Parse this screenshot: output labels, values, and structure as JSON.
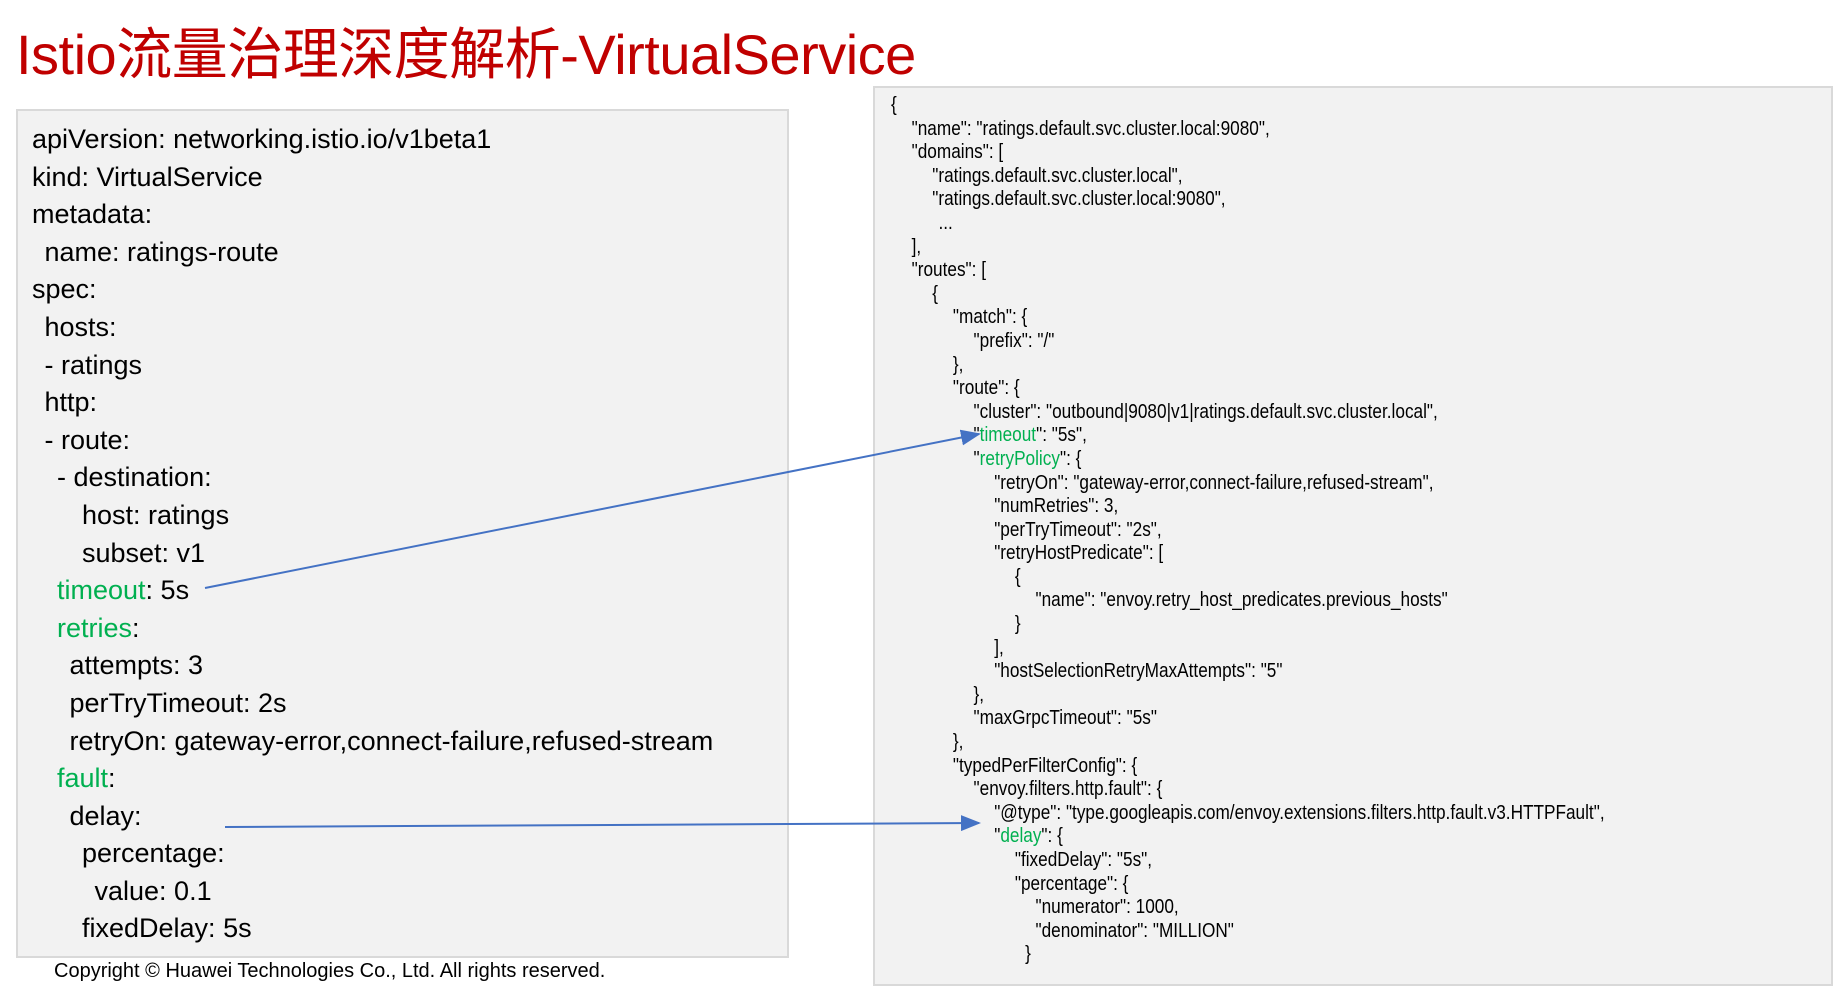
{
  "title": "Istio流量治理深度解析-VirtualService",
  "footer": "Copyright © Huawei Technologies Co., Ltd. All rights reserved.",
  "colors": {
    "title": "#c00000",
    "highlight": "#00b050",
    "arrow": "#4472c4"
  },
  "yaml_lines": [
    {
      "indent": 0,
      "pre": "",
      "key": "",
      "post": "apiVersion: networking.istio.io/v1beta1"
    },
    {
      "indent": 0,
      "pre": "",
      "key": "",
      "post": "kind: VirtualService"
    },
    {
      "indent": 0,
      "pre": "",
      "key": "",
      "post": "metadata:"
    },
    {
      "indent": 1,
      "pre": "",
      "key": "",
      "post": "name: ratings-route"
    },
    {
      "indent": 0,
      "pre": "",
      "key": "",
      "post": "spec:"
    },
    {
      "indent": 1,
      "pre": "",
      "key": "",
      "post": "hosts:"
    },
    {
      "indent": 1,
      "pre": "",
      "key": "",
      "post": "- ratings"
    },
    {
      "indent": 1,
      "pre": "",
      "key": "",
      "post": "http:"
    },
    {
      "indent": 1,
      "pre": "",
      "key": "",
      "post": "- route:"
    },
    {
      "indent": 2,
      "pre": "",
      "key": "",
      "post": "- destination:"
    },
    {
      "indent": 4,
      "pre": "",
      "key": "",
      "post": "host: ratings"
    },
    {
      "indent": 4,
      "pre": "",
      "key": "",
      "post": "subset: v1"
    },
    {
      "indent": 2,
      "pre": "",
      "key": "timeout",
      "post": ": 5s"
    },
    {
      "indent": 2,
      "pre": "",
      "key": "retries",
      "post": ":"
    },
    {
      "indent": 3,
      "pre": "",
      "key": "",
      "post": "attempts: 3"
    },
    {
      "indent": 3,
      "pre": "",
      "key": "",
      "post": "perTryTimeout: 2s"
    },
    {
      "indent": 3,
      "pre": "",
      "key": "",
      "post": "retryOn: gateway-error,connect-failure,refused-stream"
    },
    {
      "indent": 2,
      "pre": "",
      "key": "fault",
      "post": ":"
    },
    {
      "indent": 3,
      "pre": "",
      "key": "",
      "post": "delay:"
    },
    {
      "indent": 4,
      "pre": "",
      "key": "",
      "post": "percentage:"
    },
    {
      "indent": 5,
      "pre": "",
      "key": "",
      "post": "value: 0.1"
    },
    {
      "indent": 4,
      "pre": "",
      "key": "",
      "post": "fixedDelay: 5s"
    }
  ],
  "json_lines": [
    {
      "indent": 0,
      "pre": "{",
      "key": "",
      "post": ""
    },
    {
      "indent": 1,
      "pre": "\"name\": \"ratings.default.svc.cluster.local:9080\",",
      "key": "",
      "post": ""
    },
    {
      "indent": 1,
      "pre": "\"domains\": [",
      "key": "",
      "post": ""
    },
    {
      "indent": 2,
      "pre": "\"ratings.default.svc.cluster.local\",",
      "key": "",
      "post": ""
    },
    {
      "indent": 2,
      "pre": "\"ratings.default.svc.cluster.local:9080\",",
      "key": "",
      "post": ""
    },
    {
      "indent": 2.3,
      "pre": "...",
      "key": "",
      "post": ""
    },
    {
      "indent": 1,
      "pre": "],",
      "key": "",
      "post": ""
    },
    {
      "indent": 1,
      "pre": "\"routes\": [",
      "key": "",
      "post": ""
    },
    {
      "indent": 2,
      "pre": "{",
      "key": "",
      "post": ""
    },
    {
      "indent": 3,
      "pre": "\"match\": {",
      "key": "",
      "post": ""
    },
    {
      "indent": 4,
      "pre": "\"prefix\": \"/\"",
      "key": "",
      "post": ""
    },
    {
      "indent": 3,
      "pre": "},",
      "key": "",
      "post": ""
    },
    {
      "indent": 3,
      "pre": "\"route\": {",
      "key": "",
      "post": ""
    },
    {
      "indent": 4,
      "pre": "\"cluster\": \"outbound|9080|v1|ratings.default.svc.cluster.local\",",
      "key": "",
      "post": ""
    },
    {
      "indent": 4,
      "pre": "\"",
      "key": "timeout",
      "post": "\": \"5s\","
    },
    {
      "indent": 4,
      "pre": "\"",
      "key": "retryPolicy",
      "post": "\": {"
    },
    {
      "indent": 5,
      "pre": "\"retryOn\": \"gateway-error,connect-failure,refused-stream\",",
      "key": "",
      "post": ""
    },
    {
      "indent": 5,
      "pre": "\"numRetries\": 3,",
      "key": "",
      "post": ""
    },
    {
      "indent": 5,
      "pre": "\"perTryTimeout\": \"2s\",",
      "key": "",
      "post": ""
    },
    {
      "indent": 5,
      "pre": "\"retryHostPredicate\": [",
      "key": "",
      "post": ""
    },
    {
      "indent": 6,
      "pre": "{",
      "key": "",
      "post": ""
    },
    {
      "indent": 7,
      "pre": "\"name\": \"envoy.retry_host_predicates.previous_hosts\"",
      "key": "",
      "post": ""
    },
    {
      "indent": 6,
      "pre": "}",
      "key": "",
      "post": ""
    },
    {
      "indent": 5,
      "pre": "],",
      "key": "",
      "post": ""
    },
    {
      "indent": 5,
      "pre": "\"hostSelectionRetryMaxAttempts\": \"5\"",
      "key": "",
      "post": ""
    },
    {
      "indent": 4,
      "pre": "},",
      "key": "",
      "post": ""
    },
    {
      "indent": 4,
      "pre": "\"maxGrpcTimeout\": \"5s\"",
      "key": "",
      "post": ""
    },
    {
      "indent": 3,
      "pre": "},",
      "key": "",
      "post": ""
    },
    {
      "indent": 3,
      "pre": "\"typedPerFilterConfig\": {",
      "key": "",
      "post": ""
    },
    {
      "indent": 4,
      "pre": "\"envoy.filters.http.fault\": {",
      "key": "",
      "post": ""
    },
    {
      "indent": 5,
      "pre": "\"@type\": \"type.googleapis.com/envoy.extensions.filters.http.fault.v3.HTTPFault\",",
      "key": "",
      "post": ""
    },
    {
      "indent": 5,
      "pre": "\"",
      "key": "delay",
      "post": "\": {"
    },
    {
      "indent": 6,
      "pre": "\"fixedDelay\": \"5s\",",
      "key": "",
      "post": ""
    },
    {
      "indent": 6,
      "pre": "\"percentage\": {",
      "key": "",
      "post": ""
    },
    {
      "indent": 7,
      "pre": "\"numerator\": 1000,",
      "key": "",
      "post": ""
    },
    {
      "indent": 7,
      "pre": "\"denominator\": \"MILLION\"",
      "key": "",
      "post": ""
    },
    {
      "indent": 6.5,
      "pre": "}",
      "key": "",
      "post": ""
    }
  ]
}
